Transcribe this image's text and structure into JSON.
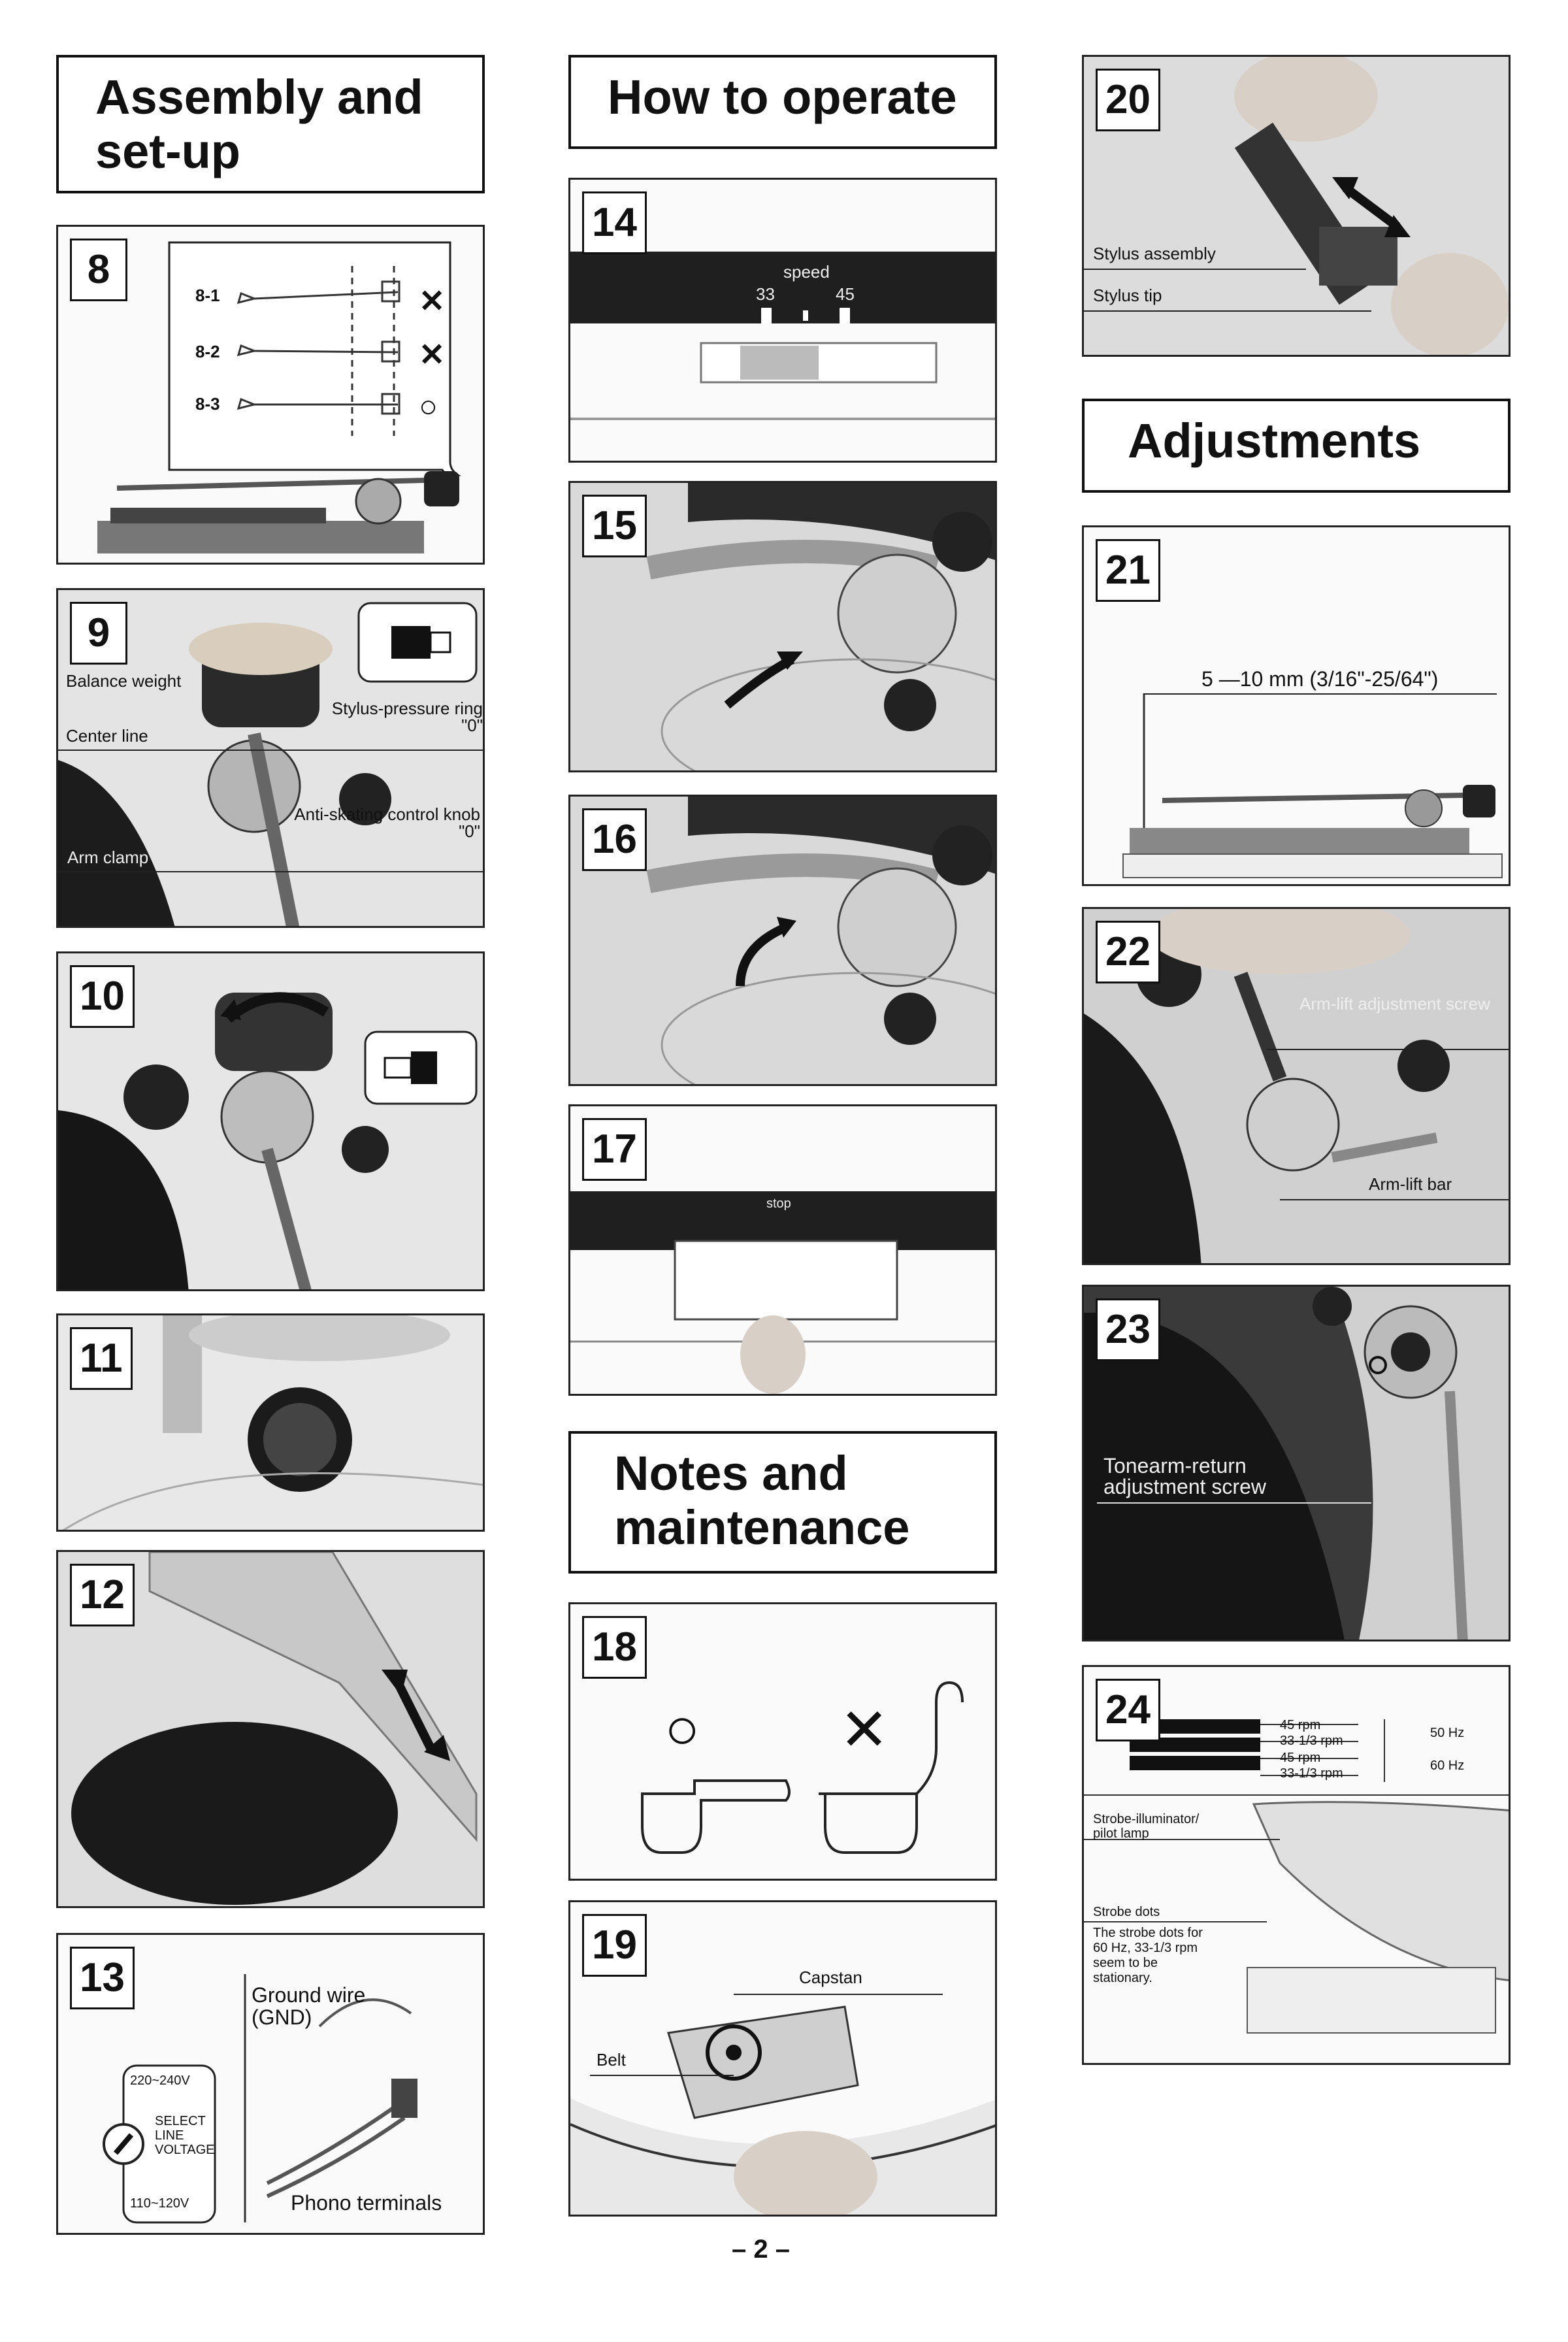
{
  "headings": {
    "assembly": "Assembly and set-up",
    "operate": "How to operate",
    "notes": "Notes and maintenance",
    "adjustments": "Adjustments"
  },
  "panels": {
    "p8": {
      "number": "8",
      "steps": [
        "8-1",
        "8-2",
        "8-3"
      ],
      "marks": [
        "✕",
        "✕",
        "○"
      ]
    },
    "p9": {
      "number": "9",
      "balance_weight": "Balance weight",
      "stylus_ring": "Stylus-pressure ring \"0\"",
      "center_line": "Center line",
      "anti_skating": "Anti-skating control knob \"0\"",
      "arm_clamp": "Arm clamp"
    },
    "p10": {
      "number": "10"
    },
    "p11": {
      "number": "11"
    },
    "p12": {
      "number": "12"
    },
    "p13": {
      "number": "13",
      "voltage_high": "220~240V",
      "select": "SELECT LINE VOLTAGE",
      "voltage_low": "110~120V",
      "ground_wire": "Ground wire (GND)",
      "phono_terminals": "Phono terminals"
    },
    "p14": {
      "number": "14",
      "speed": "speed",
      "speed_33": "33",
      "speed_45": "45"
    },
    "p15": {
      "number": "15"
    },
    "p16": {
      "number": "16"
    },
    "p17": {
      "number": "17",
      "stop": "stop"
    },
    "p18": {
      "number": "18",
      "ok_mark": "○",
      "ng_mark": "✕"
    },
    "p19": {
      "number": "19",
      "capstan": "Capstan",
      "belt": "Belt"
    },
    "p20": {
      "number": "20",
      "stylus_assembly": "Stylus assembly",
      "stylus_tip": "Stylus tip"
    },
    "p21": {
      "number": "21",
      "dimension": "5 —10 mm (3/16\"-25/64\")"
    },
    "p22": {
      "number": "22",
      "arm_lift_screw": "Arm-lift adjustment screw",
      "arm_lift_bar": "Arm-lift bar"
    },
    "p23": {
      "number": "23",
      "tonearm_return": "Tonearm-return adjustment screw"
    },
    "p24": {
      "number": "24",
      "rpm_45a": "45 rpm",
      "rpm_33a": "33-1/3 rpm",
      "rpm_45b": "45 rpm",
      "rpm_33b": "33-1/3 rpm",
      "hz_50": "50 Hz",
      "hz_60": "60 Hz",
      "strobe_lamp": "Strobe-illuminator/ pilot lamp",
      "strobe_dots": "Strobe dots",
      "strobe_note": "The strobe dots for 60 Hz, 33-1/3 rpm seem to be stationary."
    }
  },
  "page_number": "– 2 –"
}
